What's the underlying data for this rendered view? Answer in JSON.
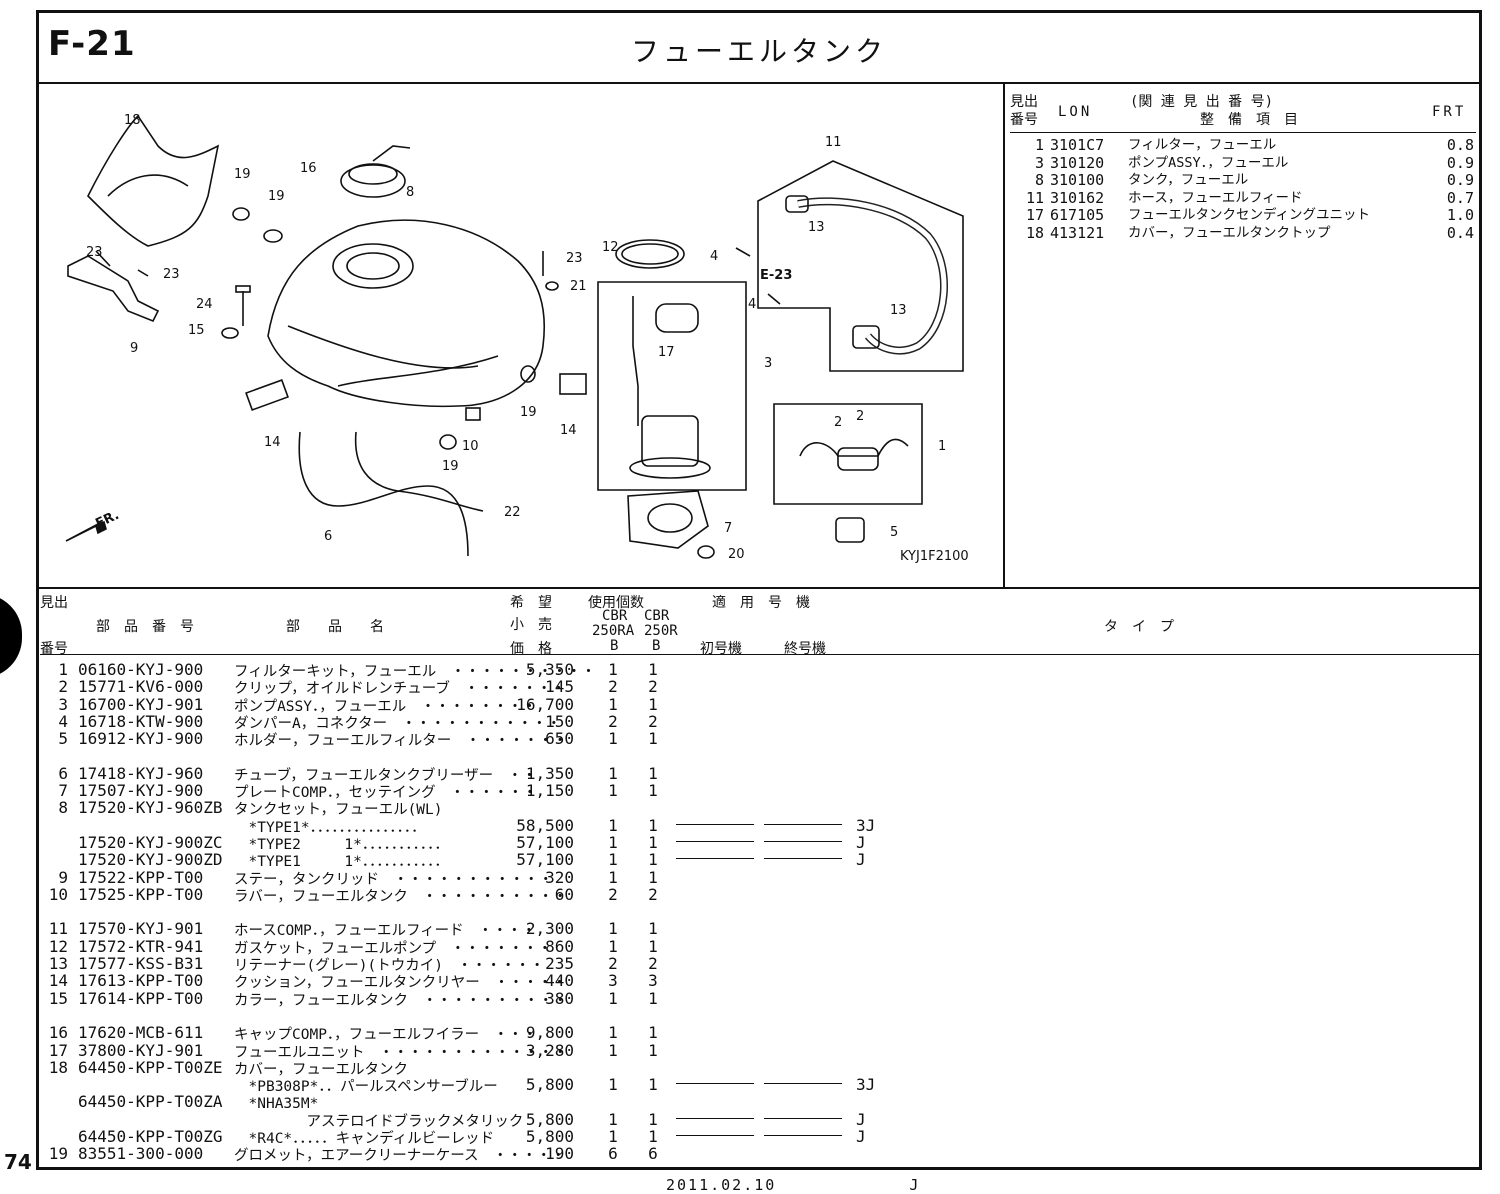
{
  "header": {
    "code": "F-21",
    "title": "フューエルタンク"
  },
  "page_number": "74",
  "footer": {
    "date": "2011.02.10",
    "mark": "J"
  },
  "diagram": {
    "labels": [
      "18",
      "19",
      "19",
      "16",
      "8",
      "11",
      "12",
      "13",
      "23",
      "23",
      "23",
      "21",
      "24",
      "15",
      "9",
      "4",
      "E-23",
      "4",
      "13",
      "3",
      "17",
      "14",
      "10",
      "19",
      "19",
      "14",
      "1",
      "2",
      "2",
      "6",
      "22",
      "7",
      "20",
      "5"
    ],
    "fr_mark": "FR.",
    "figure_code": "KYJ1F2100"
  },
  "lon_header": {
    "midashi1": "見出",
    "midashi2": "番号",
    "lon": "LON",
    "kanren": "(関 連 見 出 番 号)",
    "seibi": "整　備　項　目",
    "frt": "FRT"
  },
  "lon_rows": [
    {
      "no": "1",
      "lon": "3101C7",
      "item": "フィルター，フューエル",
      "frt": "0.8"
    },
    {
      "no": "3",
      "lon": "310120",
      "item": "ポンプASSY．，フューエル",
      "frt": "0.9"
    },
    {
      "no": "8",
      "lon": "310100",
      "item": "タンク，フューエル",
      "frt": "0.9"
    },
    {
      "no": "11",
      "lon": "310162",
      "item": "ホース，フューエルフィード",
      "frt": "0.7"
    },
    {
      "no": "17",
      "lon": "617105",
      "item": "フューエルタンクセンディングユニット",
      "frt": "1.0"
    },
    {
      "no": "18",
      "lon": "413121",
      "item": "カバー，フューエルタンクトップ",
      "frt": "0.4"
    }
  ],
  "parts_header": {
    "midashi": "見出",
    "bangou": "番号",
    "part_no": "部　品　番　号",
    "part_name": "部　　品　　名",
    "kibou": "希　望",
    "kouri": "小　売",
    "kakaku": "価　格",
    "shiyou": "使用個数",
    "model1a": "CBR",
    "model1b": "250RA",
    "model2a": "CBR",
    "model2b": "250R",
    "b1": "B",
    "b2": "B",
    "tekiyou": "適　用　号　機",
    "shoki": "初号機",
    "shuuki": "終号機",
    "type": "タ　イ　プ"
  },
  "parts": [
    {
      "no": "1",
      "pn": "06160-KYJ-900",
      "name": "フィルターキット，フューエル　・・・・・・・・・・",
      "price": "5,350",
      "q1": "1",
      "q2": "1",
      "range": false,
      "type": ""
    },
    {
      "no": "2",
      "pn": "15771-KV6-000",
      "name": "クリップ，オイルドレンチューブ　・・・・・・・",
      "price": "145",
      "q1": "2",
      "q2": "2",
      "range": false,
      "type": ""
    },
    {
      "no": "3",
      "pn": "16700-KYJ-901",
      "name": "ポンプASSY．，フューエル　・・・・・・・・",
      "price": "16,700",
      "q1": "1",
      "q2": "1",
      "range": false,
      "type": ""
    },
    {
      "no": "4",
      "pn": "16718-KTW-900",
      "name": "ダンパーA，コネクター　・・・・・・・・・・・",
      "price": "150",
      "q1": "2",
      "q2": "2",
      "range": false,
      "type": ""
    },
    {
      "no": "5",
      "pn": "16912-KYJ-900",
      "name": "ホルダー，フューエルフィルター　・・・・・・・",
      "price": "650",
      "q1": "1",
      "q2": "1",
      "range": false,
      "type": ""
    },
    {
      "no": "",
      "pn": "",
      "name": "",
      "price": "",
      "q1": "",
      "q2": "",
      "range": false,
      "type": ""
    },
    {
      "no": "6",
      "pn": "17418-KYJ-960",
      "name": "チューブ，フューエルタンクブリーザー　・・",
      "price": "1,350",
      "q1": "1",
      "q2": "1",
      "range": false,
      "type": ""
    },
    {
      "no": "7",
      "pn": "17507-KYJ-900",
      "name": "プレートCOMP．，セッテイング　・・・・・・",
      "price": "1,150",
      "q1": "1",
      "q2": "1",
      "range": false,
      "type": ""
    },
    {
      "no": "8",
      "pn": "17520-KYJ-960ZB",
      "name": "タンクセット，フューエル(WL)",
      "price": "",
      "q1": "",
      "q2": "",
      "range": false,
      "type": ""
    },
    {
      "no": "",
      "pn": "",
      "name": "　*TYPE1*．．．．．．．．．．．．．．．",
      "price": "58,500",
      "q1": "1",
      "q2": "1",
      "range": true,
      "type": "3J"
    },
    {
      "no": "",
      "pn": "17520-KYJ-900ZC",
      "name": "　*TYPE2　　　1*．．．．．．．．．．．",
      "price": "57,100",
      "q1": "1",
      "q2": "1",
      "range": true,
      "type": "J"
    },
    {
      "no": "",
      "pn": "17520-KYJ-900ZD",
      "name": "　*TYPE1　　　1*．．．．．．．．．．．",
      "price": "57,100",
      "q1": "1",
      "q2": "1",
      "range": true,
      "type": "J"
    },
    {
      "no": "9",
      "pn": "17522-KPP-T00",
      "name": "ステー，タンクリッド　・・・・・・・・・・・",
      "price": "320",
      "q1": "1",
      "q2": "1",
      "range": false,
      "type": ""
    },
    {
      "no": "10",
      "pn": "17525-KPP-T00",
      "name": "ラバー，フューエルタンク　・・・・・・・・・・",
      "price": "60",
      "q1": "2",
      "q2": "2",
      "range": false,
      "type": ""
    },
    {
      "no": "",
      "pn": "",
      "name": "",
      "price": "",
      "q1": "",
      "q2": "",
      "range": false,
      "type": ""
    },
    {
      "no": "11",
      "pn": "17570-KYJ-901",
      "name": "ホースCOMP．，フューエルフィード　・・・・",
      "price": "2,300",
      "q1": "1",
      "q2": "1",
      "range": false,
      "type": ""
    },
    {
      "no": "12",
      "pn": "17572-KTR-941",
      "name": "ガスケット，フューエルポンプ　・・・・・・・",
      "price": "860",
      "q1": "1",
      "q2": "1",
      "range": false,
      "type": ""
    },
    {
      "no": "13",
      "pn": "17577-KSS-B31",
      "name": "リテーナー(グレー)(トウカイ)　・・・・・・",
      "price": "235",
      "q1": "2",
      "q2": "2",
      "range": false,
      "type": ""
    },
    {
      "no": "14",
      "pn": "17613-KPP-T00",
      "name": "クッション，フューエルタンクリヤー　・・・・・",
      "price": "440",
      "q1": "3",
      "q2": "3",
      "range": false,
      "type": ""
    },
    {
      "no": "15",
      "pn": "17614-KPP-T00",
      "name": "カラー，フューエルタンク　・・・・・・・・・・",
      "price": "380",
      "q1": "1",
      "q2": "1",
      "range": false,
      "type": ""
    },
    {
      "no": "",
      "pn": "",
      "name": "",
      "price": "",
      "q1": "",
      "q2": "",
      "range": false,
      "type": ""
    },
    {
      "no": "16",
      "pn": "17620-MCB-611",
      "name": "キャップCOMP．，フューエルフイラー　・・・",
      "price": "9,800",
      "q1": "1",
      "q2": "1",
      "range": false,
      "type": ""
    },
    {
      "no": "17",
      "pn": "37800-KYJ-901",
      "name": "フューエルユニット　・・・・・・・・・・・・・",
      "price": "3,280",
      "q1": "1",
      "q2": "1",
      "range": false,
      "type": ""
    },
    {
      "no": "18",
      "pn": "64450-KPP-T00ZE",
      "name": "カバー，フューエルタンク",
      "price": "",
      "q1": "",
      "q2": "",
      "range": false,
      "type": ""
    },
    {
      "no": "",
      "pn": "",
      "name": "　*PB308P*．．パールスペンサーブルー",
      "price": "5,800",
      "q1": "1",
      "q2": "1",
      "range": true,
      "type": "3J"
    },
    {
      "no": "",
      "pn": "64450-KPP-T00ZA",
      "name": "　*NHA35M*",
      "price": "",
      "q1": "",
      "q2": "",
      "range": false,
      "type": ""
    },
    {
      "no": "",
      "pn": "",
      "name": "　　　　　アステロイドブラックメタリック",
      "price": "5,800",
      "q1": "1",
      "q2": "1",
      "range": true,
      "type": "J"
    },
    {
      "no": "",
      "pn": "64450-KPP-T00ZG",
      "name": "　*R4C*．．．．．キャンディルビーレッド",
      "price": "5,800",
      "q1": "1",
      "q2": "1",
      "range": true,
      "type": "J"
    },
    {
      "no": "19",
      "pn": "83551-300-000",
      "name": "グロメット，エアークリーナーケース　・・・・・",
      "price": "190",
      "q1": "6",
      "q2": "6",
      "range": false,
      "type": ""
    }
  ]
}
